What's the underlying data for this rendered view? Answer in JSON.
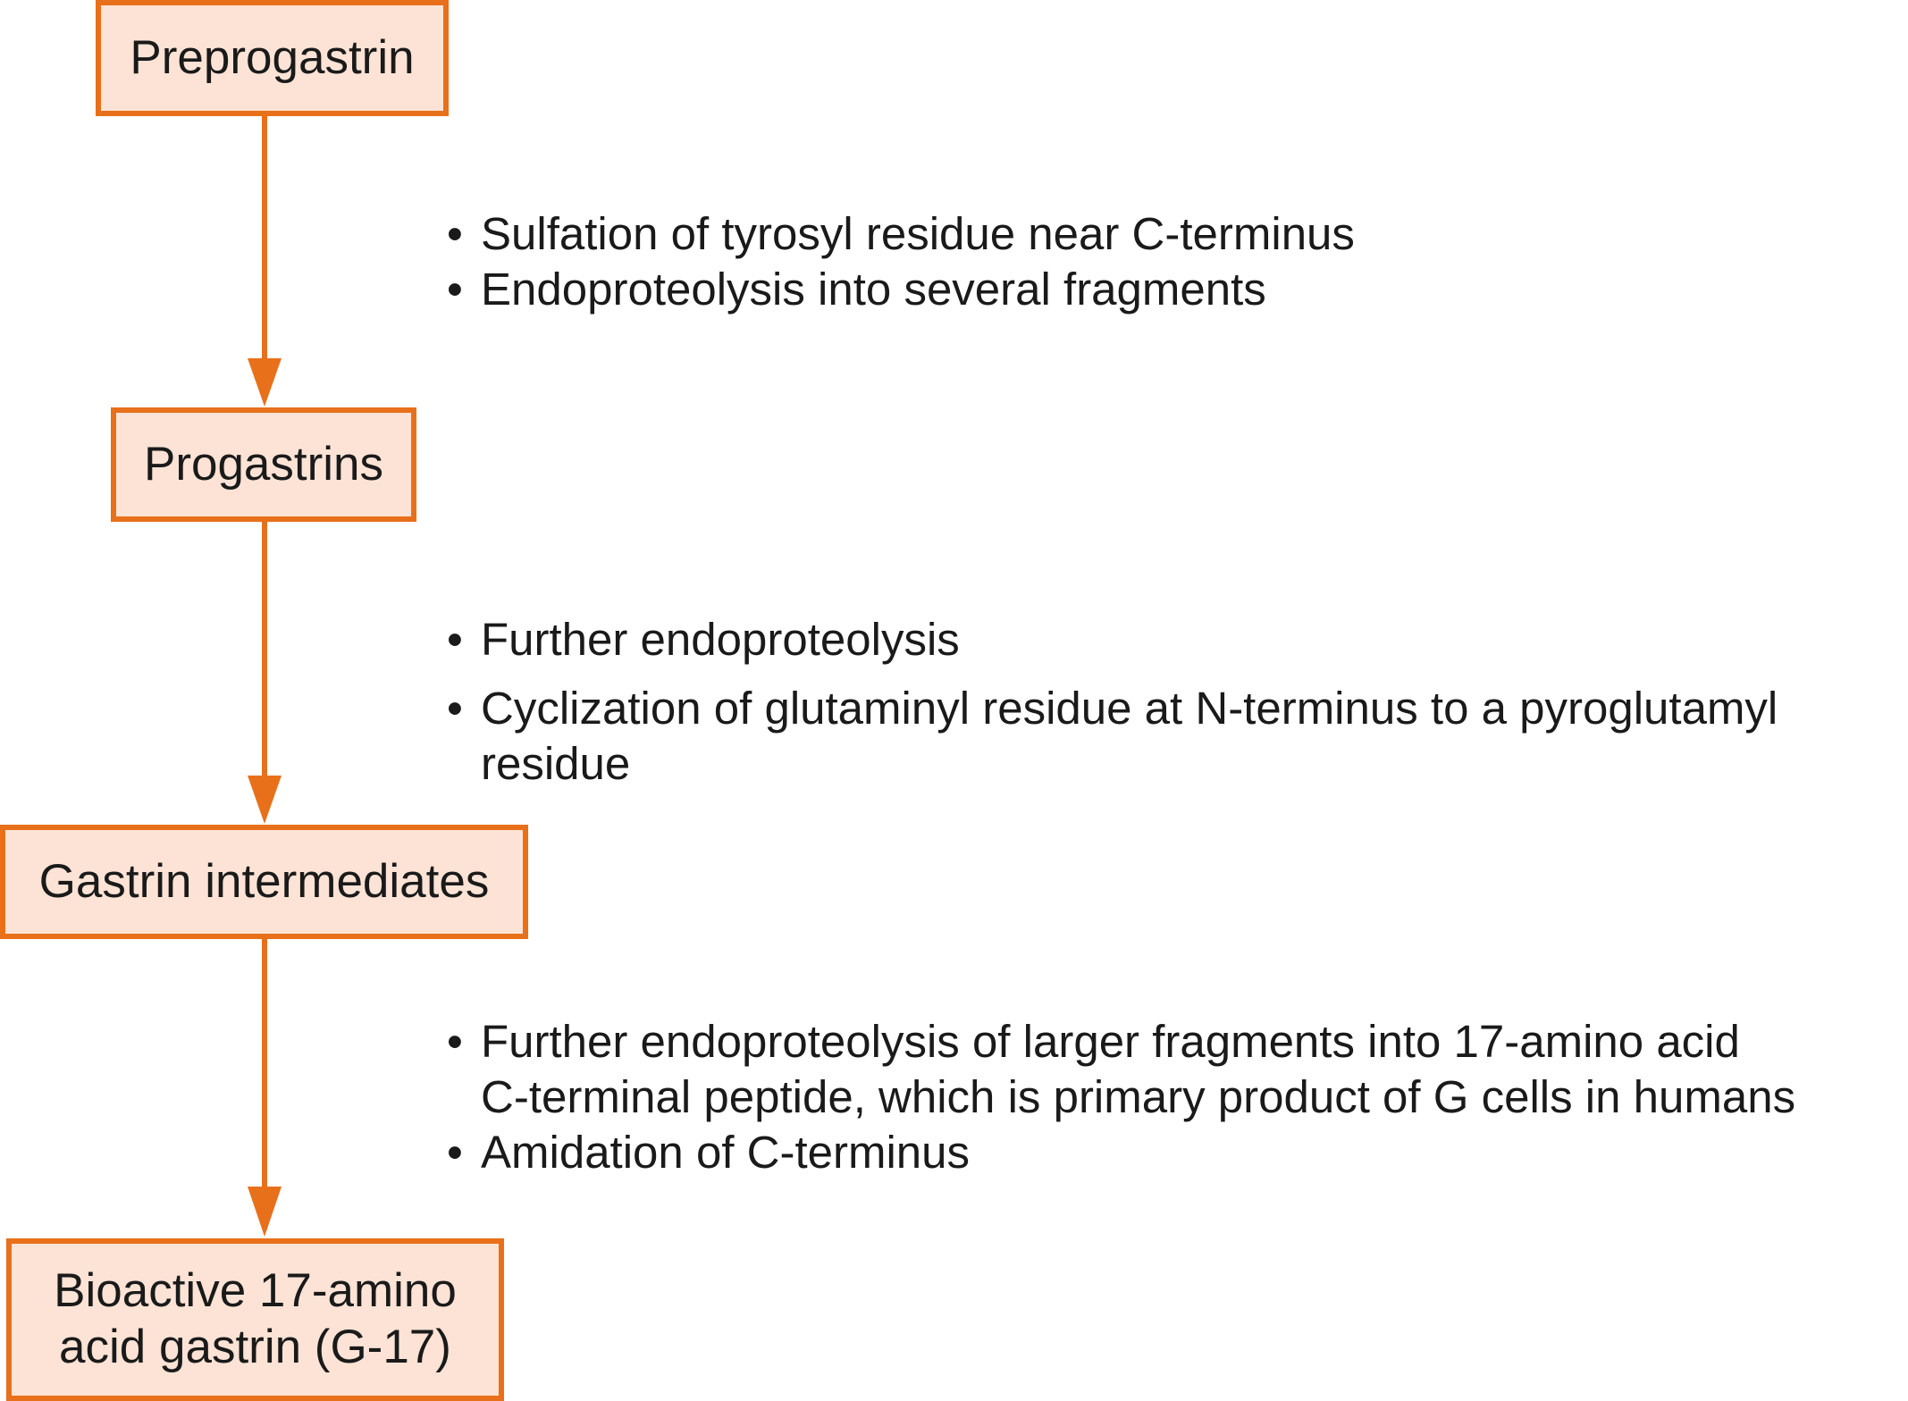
{
  "colors": {
    "box_fill": "#fde3d5",
    "box_border": "#e8701a",
    "arrow": "#e8701a",
    "text": "#1a1a1a"
  },
  "stages": [
    {
      "label": "Preprogastrin"
    },
    {
      "label": "Progastrins"
    },
    {
      "label": "Gastrin intermediates"
    },
    {
      "label": "Bioactive 17-amino\nacid gastrin (G-17)"
    }
  ],
  "steps": [
    {
      "notes": [
        "Sulfation of tyrosyl residue near C-terminus",
        "Endoproteolysis into several fragments"
      ]
    },
    {
      "notes": [
        "Further endoproteolysis",
        "Cyclization of glutaminyl residue at N-terminus to a pyroglutamyl\nresidue"
      ]
    },
    {
      "notes": [
        "Further endoproteolysis of larger fragments into 17-amino acid\nC-terminal peptide, which is primary product of G cells in humans",
        "Amidation of C-terminus"
      ]
    }
  ]
}
